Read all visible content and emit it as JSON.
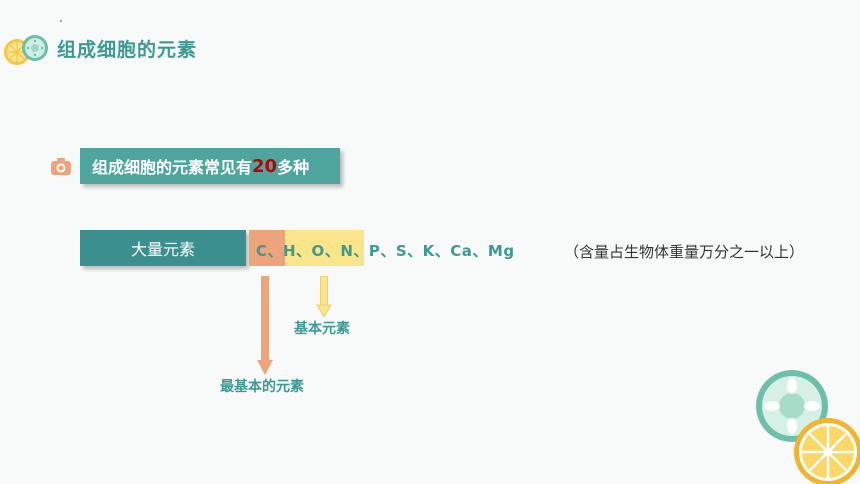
{
  "header": {
    "title": "组成细胞的元素"
  },
  "subtitle": {
    "prefix": "组成细胞的元素常见有",
    "number": "20",
    "suffix": "多种"
  },
  "main_row": {
    "label": "大量元素",
    "elements": "C、H、O、N、P、S、K、Ca、Mg",
    "note": "（含量占生物体重量万分之一以上）"
  },
  "annotations": {
    "basic": "基本元素",
    "most_basic": "最基本的元素"
  },
  "colors": {
    "teal": "#3d9a93",
    "label_box": "#3c8f8f",
    "subtitle_box": "#4ea59d",
    "orange": "#eea47b",
    "yellow": "#fbe58a",
    "highlight_red": "#c00000"
  },
  "icons": [
    "lemon-logo-icon",
    "camera-icon",
    "down-arrow-icon",
    "fruit-slices-icon"
  ]
}
